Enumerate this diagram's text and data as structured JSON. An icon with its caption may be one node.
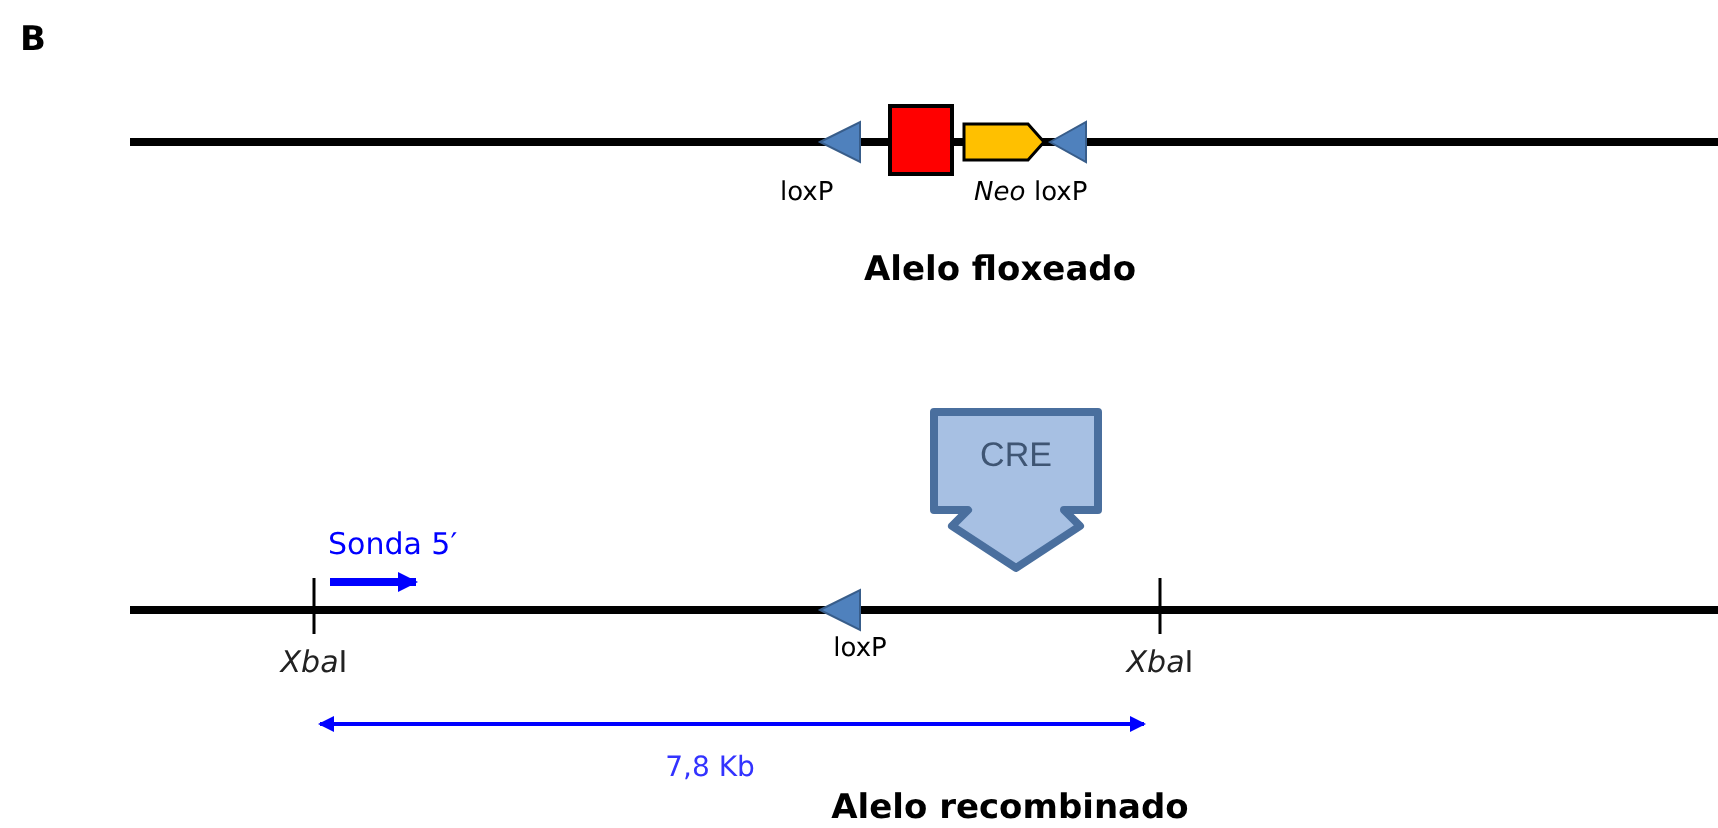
{
  "diagram": {
    "nodes": [
      {
        "text": [
          "CRE"
        ]
      }
    ],
    "labels": [
      "B",
      "loxP",
      "Neo",
      "loxP",
      "Alelo floxeado",
      "Sonda 5′",
      "XbaI",
      "loxP",
      "XbaI",
      "7,8 Kb",
      "Alelo recombinado"
    ]
  }
}
